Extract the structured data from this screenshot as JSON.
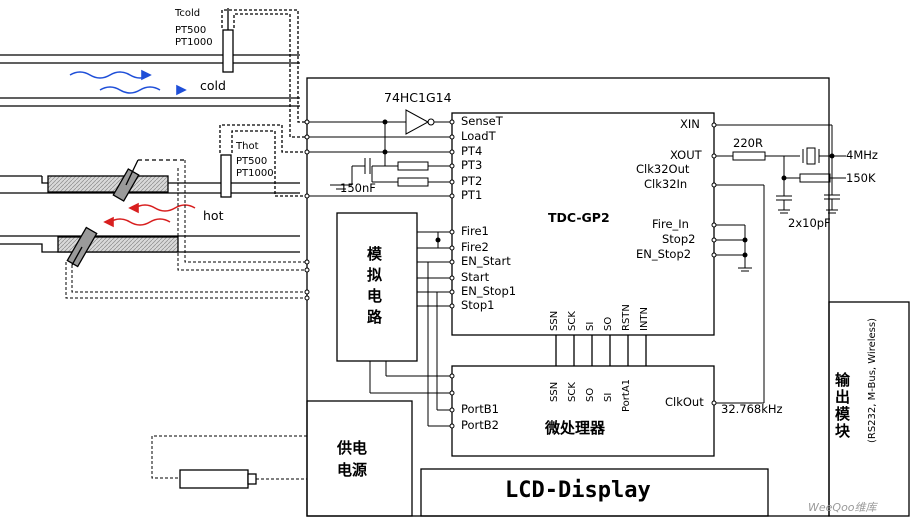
{
  "sensors": {
    "cold": {
      "title": "Tcold",
      "types": [
        "PT500",
        "PT1000"
      ],
      "flow_label": "cold"
    },
    "hot": {
      "title": "Thot",
      "types": [
        "PT500",
        "PT1000"
      ],
      "flow_label": "hot"
    }
  },
  "buffer": {
    "part": "74HC1G14"
  },
  "tdc": {
    "name": "TDC-GP2",
    "left_pins": [
      "SenseT",
      "LoadT",
      "PT4",
      "PT3",
      "PT2",
      "PT1",
      "Fire1",
      "Fire2",
      "EN_Start",
      "Start",
      "EN_Stop1",
      "Stop1"
    ],
    "right_pins": [
      "XIN",
      "XOUT",
      "Clk32Out",
      "Clk32In",
      "Fire_In",
      "Stop2",
      "EN_Stop2"
    ],
    "bottom_pins": [
      "SSN",
      "SCK",
      "SI",
      "SO",
      "RSTN",
      "INTN"
    ]
  },
  "components": {
    "capacitor": "150nF",
    "resistor": "220R",
    "crystal_freq": "4MHz",
    "bias_resistor": "150K",
    "load_caps": "2x10pF"
  },
  "analog": {
    "name": "模拟电路"
  },
  "mcu": {
    "name": "微处理器",
    "top_pins": [
      "SSN",
      "SCK",
      "SO",
      "SI",
      "PortA1"
    ],
    "left_pins": [
      "PortB1",
      "PortB2"
    ],
    "right_pin": "ClkOut",
    "clock": "32.768kHz"
  },
  "power": {
    "name": "供电电源"
  },
  "output_module": {
    "name": "输出模块",
    "protocols": "(RS232, M-Bus, Wireless)"
  },
  "lcd": {
    "name": "LCD-Display"
  },
  "watermark": "WeeQoo维库",
  "colors": {
    "cold_arrow": "#1f4fd8",
    "hot_arrow": "#d81f1f",
    "line": "#000000",
    "pipe_fill": "#bfbfbf"
  }
}
